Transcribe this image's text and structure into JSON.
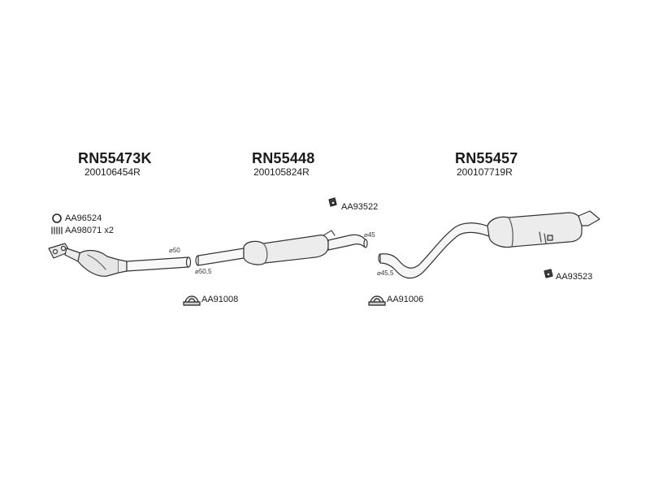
{
  "sections": [
    {
      "part": "RN55473K",
      "oem": "200106454R"
    },
    {
      "part": "RN55448",
      "oem": "200105824R"
    },
    {
      "part": "RN55457",
      "oem": "200107719R"
    }
  ],
  "accessories": {
    "ring": "AA96524",
    "spring": "AA98071 x2",
    "clamp1": "AA91008",
    "clamp2": "AA91006",
    "hanger_top": "AA93522",
    "hanger_right": "AA93523"
  },
  "dimensions": {
    "d50": "⌀50",
    "d50_5": "⌀50,5",
    "d45": "⌀45",
    "d45_5": "⌀45,5"
  }
}
